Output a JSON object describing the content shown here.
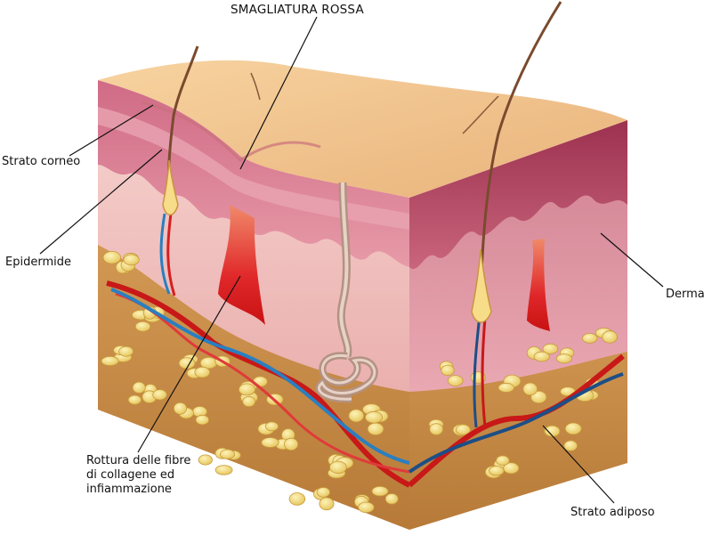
{
  "labels": {
    "smagliatura": "SMAGLIATURA ROSSA",
    "strato_corneo": "Strato corneo",
    "epidermide": "Epidermide",
    "derma": "Derma",
    "rottura_line1": "Rottura delle fibre",
    "rottura_line2": "di collagene ed",
    "rottura_line3": "infiammazione",
    "strato_adiposo": "Strato adiposo"
  },
  "colors": {
    "skin_top": "#F2C08A",
    "epidermis": "#C8607A",
    "dermis": "#F2C6C4",
    "fat_layer": "#C98D4B",
    "fat_cell": "#F3DE78",
    "artery": "#D42020",
    "vein": "#2A7FC0",
    "hair": "#7A4A2E"
  }
}
